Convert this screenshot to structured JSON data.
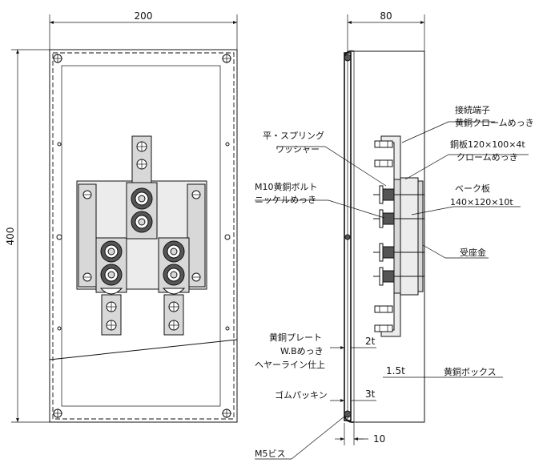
{
  "dimensions": {
    "front_width": "200",
    "front_height": "400",
    "side_depth": "80",
    "thickness_2t": "2t",
    "thickness_1_5t": "1.5t",
    "thickness_3t": "3t",
    "offset_10": "10"
  },
  "labels": {
    "terminal": [
      "接続端子",
      "黄銅クロームめっき"
    ],
    "copper_plate": [
      "銅板120×100×4t",
      "クロームめっき"
    ],
    "washer": [
      "平・スプリング",
      "ワッシャー"
    ],
    "bolt": [
      "M10黄銅ボルト",
      "ニッケルめっき"
    ],
    "bakelite": [
      "ベーク板",
      "140×120×10t"
    ],
    "seat": "受座金",
    "brass_plate": [
      "黄銅プレート",
      "W.Bめっき",
      "ヘヤーライン仕上"
    ],
    "brass_box": "黄銅ボックス",
    "gasket": "ゴムパッキン",
    "screw": "M5ビス"
  }
}
